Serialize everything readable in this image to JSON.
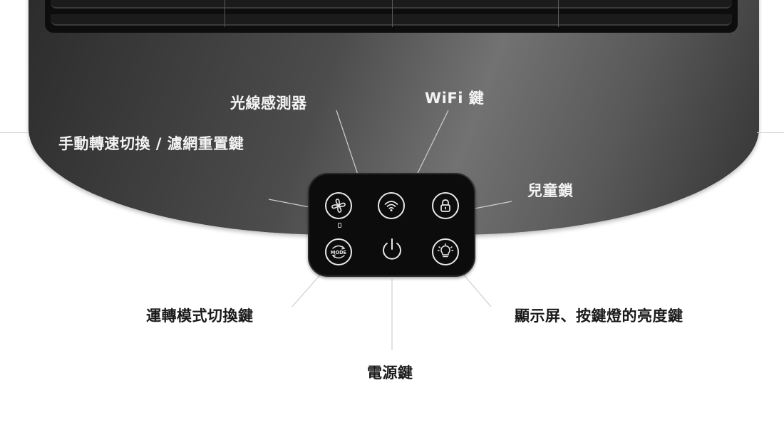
{
  "labels": {
    "light_sensor": "光線感測器",
    "wifi_button": "WiFi 鍵",
    "fan_speed_filter_reset": "手動轉速切換 / 濾網重置鍵",
    "child_lock": "兒童鎖",
    "mode_switch": "運轉模式切換鍵",
    "display_brightness": "顯示屏、按鍵燈的亮度鍵",
    "power": "電源鍵"
  },
  "buttons": {
    "mode_icon_text": "MODE"
  },
  "icons": {
    "fan": "fan-icon",
    "wifi": "wifi-icon",
    "lock": "lock-icon",
    "mode": "mode-icon",
    "power": "power-icon",
    "brightness": "lightbulb-icon"
  },
  "colors": {
    "panel": "#0c0c0c",
    "icon_stroke": "#e8e8e8",
    "label_dark_text": "#1a1a1a",
    "label_light_text": "#f4f4f4",
    "leader_line": "#cfcfcf"
  }
}
